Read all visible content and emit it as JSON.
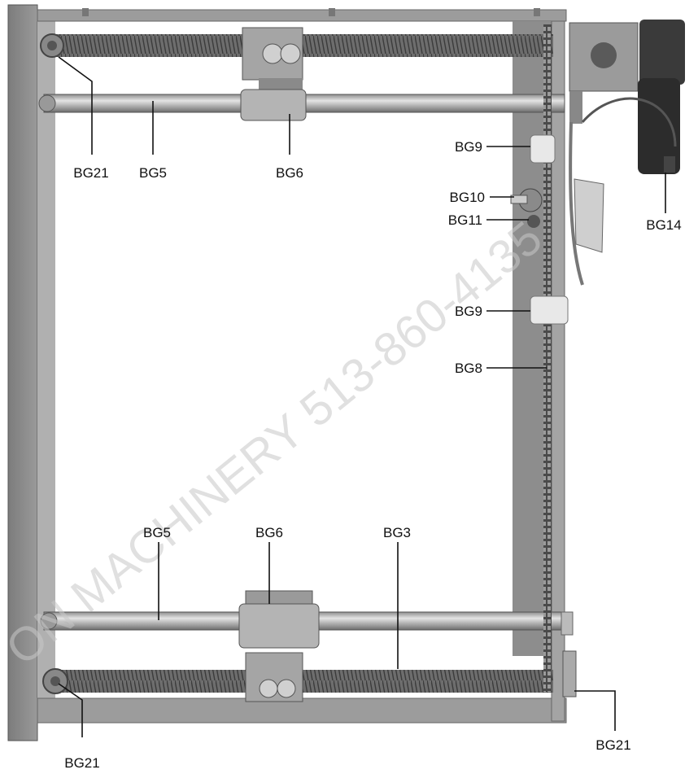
{
  "watermark": "ON MACHINERY 513-860-4135",
  "labels": {
    "bg21_top": "BG21",
    "bg5_top": "BG5",
    "bg6_top": "BG6",
    "bg9_upper": "BG9",
    "bg10": "BG10",
    "bg11": "BG11",
    "bg14": "BG14",
    "bg9_lower": "BG9",
    "bg8": "BG8",
    "bg5_bottom": "BG5",
    "bg6_bottom": "BG6",
    "bg3": "BG3",
    "bg21_bottom_left": "BG21",
    "bg21_bottom_right": "BG21"
  },
  "colors": {
    "frame": "#8a8a8a",
    "frame_dark": "#5e5e5e",
    "rod": "#bdbdbd",
    "screw": "#6f6f6f",
    "block": "#a9a9a9",
    "motor": "#2f2f2f",
    "roller": "#e6e6e6"
  }
}
